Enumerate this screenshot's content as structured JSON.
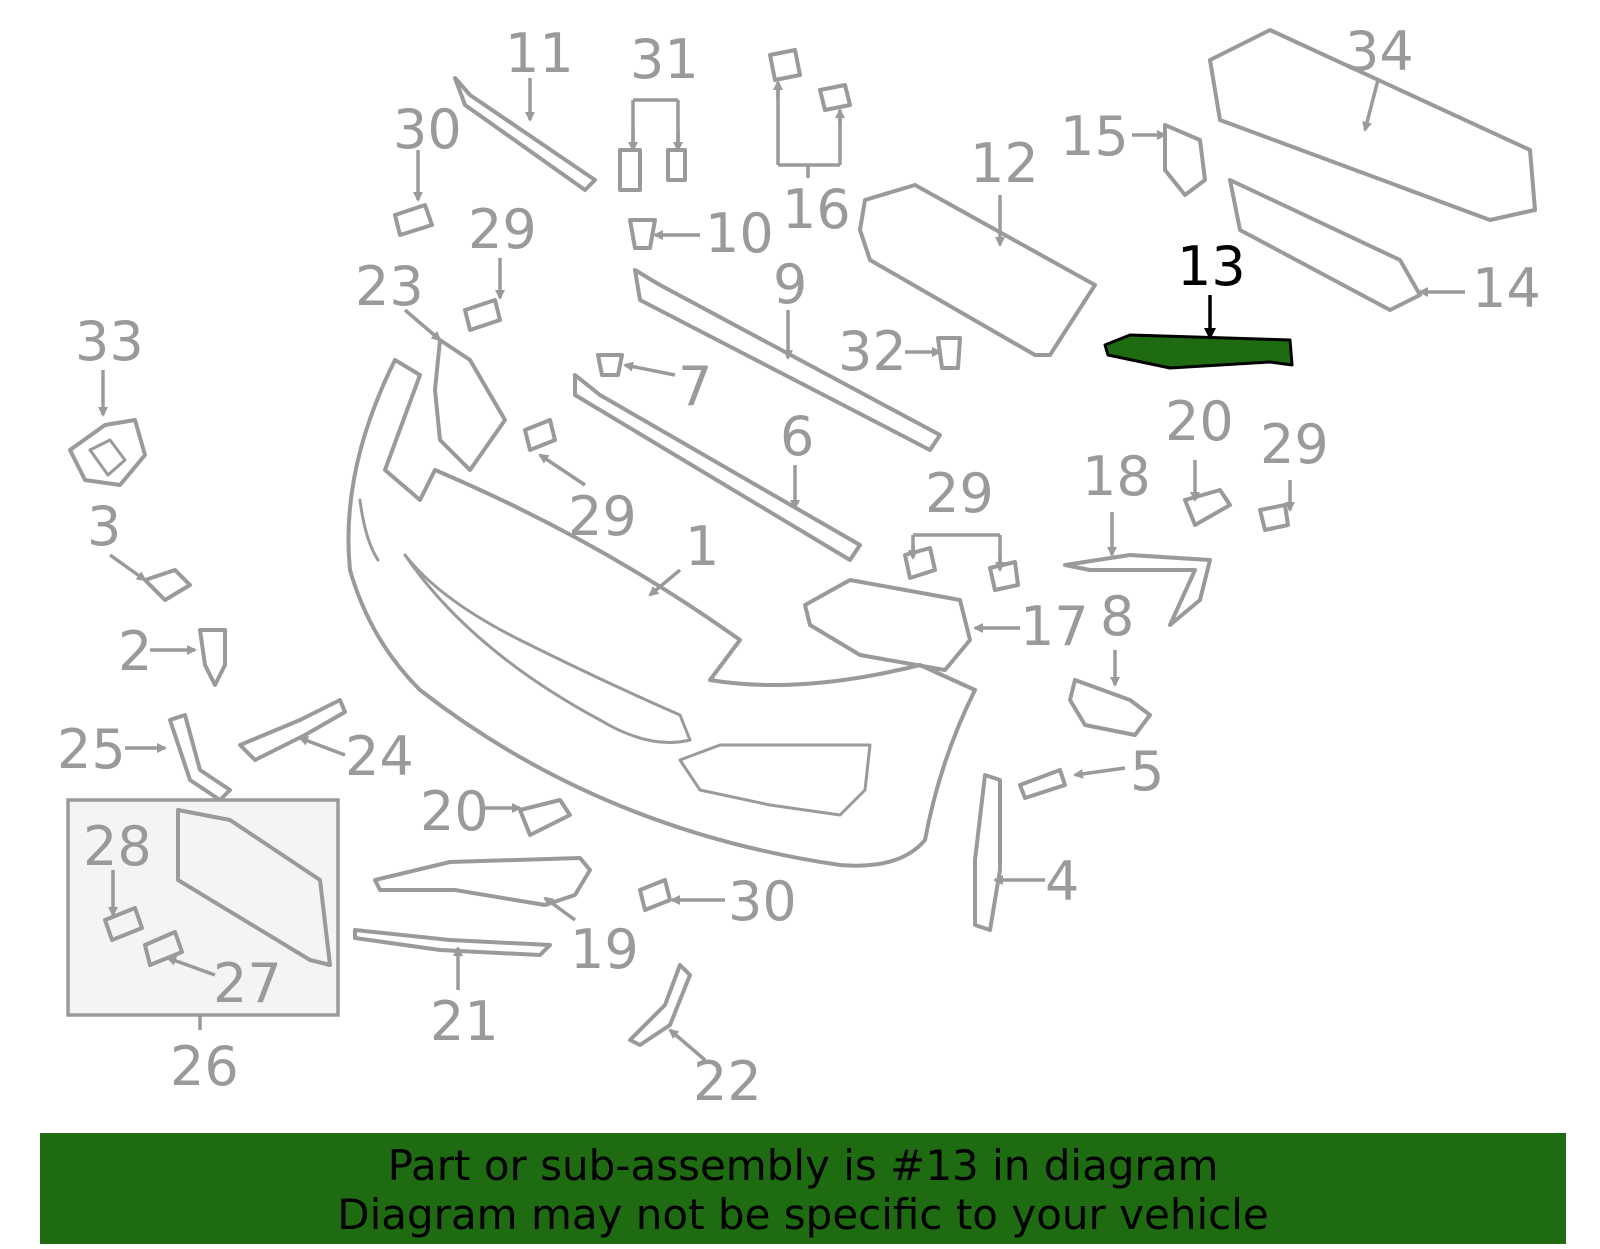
{
  "highlighted_part": "13",
  "callouts": {
    "c1": "1",
    "c2": "2",
    "c3": "3",
    "c4": "4",
    "c5": "5",
    "c6": "6",
    "c7": "7",
    "c8": "8",
    "c9": "9",
    "c10": "10",
    "c11": "11",
    "c12": "12",
    "c13": "13",
    "c14": "14",
    "c15": "15",
    "c16": "16",
    "c17": "17",
    "c18": "18",
    "c19": "19",
    "c20a": "20",
    "c20b": "20",
    "c21": "21",
    "c22": "22",
    "c23": "23",
    "c24": "24",
    "c25": "25",
    "c26": "26",
    "c27": "27",
    "c28": "28",
    "c29a": "29",
    "c29b": "29",
    "c29c": "29",
    "c29d": "29",
    "c30a": "30",
    "c30b": "30",
    "c31": "31",
    "c32": "32",
    "c33": "33",
    "c34": "34"
  },
  "banner": {
    "line1": "Part or sub-assembly is #13 in diagram",
    "line2": "Diagram may not be specific to your vehicle"
  },
  "colors": {
    "highlight": "#1e6b12",
    "line": "#9a9a9a"
  }
}
